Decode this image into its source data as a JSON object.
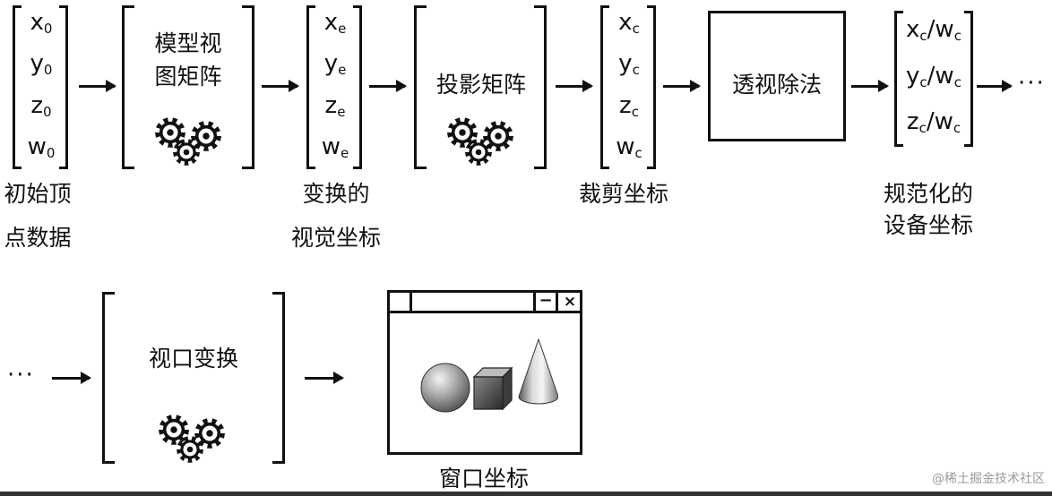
{
  "stages": {
    "initial_vertex": {
      "rows": [
        {
          "base": "x",
          "sub": "0"
        },
        {
          "base": "y",
          "sub": "0"
        },
        {
          "base": "z",
          "sub": "0"
        },
        {
          "base": "w",
          "sub": "0"
        }
      ],
      "caption_line1": "初始顶",
      "caption_line2": "点数据"
    },
    "model_view": {
      "line1": "模型视",
      "line2": "图矩阵",
      "icon": "gears-icon"
    },
    "eye_coords": {
      "rows": [
        {
          "base": "x",
          "sub": "e"
        },
        {
          "base": "y",
          "sub": "e"
        },
        {
          "base": "z",
          "sub": "e"
        },
        {
          "base": "w",
          "sub": "e"
        }
      ],
      "caption_line1": "变换的",
      "caption_line2": "视觉坐标"
    },
    "projection": {
      "label": "投影矩阵",
      "icon": "gears-icon"
    },
    "clip_coords": {
      "rows": [
        {
          "base": "x",
          "sub": "c"
        },
        {
          "base": "y",
          "sub": "c"
        },
        {
          "base": "z",
          "sub": "c"
        },
        {
          "base": "w",
          "sub": "c"
        }
      ],
      "caption": "裁剪坐标"
    },
    "perspective_divide": {
      "label": "透视除法"
    },
    "ndc": {
      "rows": [
        {
          "base": "x",
          "sub": "c",
          "tail": "/w",
          "tail_sub": "c"
        },
        {
          "base": "y",
          "sub": "c",
          "tail": "/w",
          "tail_sub": "c"
        },
        {
          "base": "z",
          "sub": "c",
          "tail": "/w",
          "tail_sub": "c"
        }
      ],
      "caption_line1": "规范化的",
      "caption_line2": "设备坐标"
    },
    "viewport": {
      "label": "视口变换",
      "icon": "gears-icon"
    },
    "window": {
      "caption": "窗口坐标",
      "buttons": [
        "−",
        "×"
      ]
    }
  },
  "ellipsis": "···",
  "watermark": "@稀土掘金技术社区",
  "colors": {
    "ink": "#111111",
    "background": "#ffffff",
    "watermark": "#9a9a9a"
  }
}
